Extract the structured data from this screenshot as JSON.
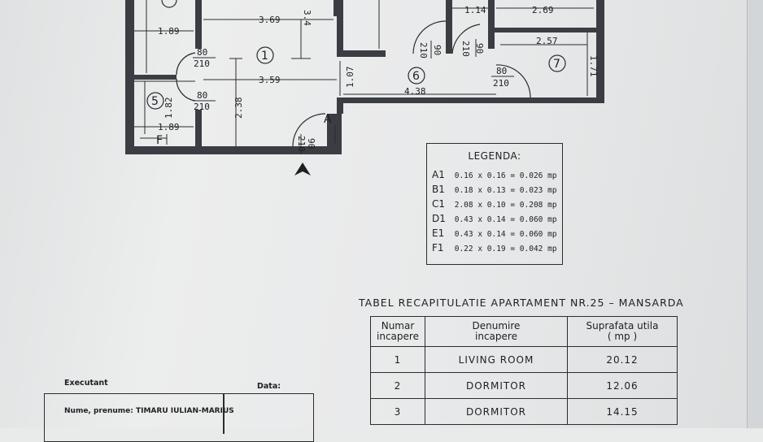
{
  "plan": {
    "rooms": [
      "1",
      "5",
      "6",
      "7"
    ],
    "dimensions": {
      "d_3_69": "3.69",
      "d_3_4": "3.4",
      "d_1_89_top": "1.89",
      "d_1_14": "1.14",
      "d_2_69": "2.69",
      "d_2_57": "2.57",
      "d_1_71": "1.71",
      "d_3_59": "3.59",
      "d_1_07": "1.07",
      "d_4_38": "4.38",
      "d_2_38": "2.38",
      "d_1_82": "1.82",
      "d_1_89_bottom": "1.89"
    },
    "doors": {
      "door_a_width": "80",
      "door_a_height": "210",
      "door_b_width": "80",
      "door_b_height": "210",
      "door_c_width": "80",
      "door_c_height": "210",
      "door_d_top": "210",
      "door_d_bottom": "90",
      "door_e_top": "210",
      "door_e_bottom": "90",
      "door_f_top": "210",
      "door_f_bottom": "90"
    },
    "markers": {
      "a": "A",
      "f": "F"
    }
  },
  "legend": {
    "title": "LEGENDA:",
    "rows": [
      {
        "key": "A1",
        "formula": "0.16 x 0.16 = 0.026 mp"
      },
      {
        "key": "B1",
        "formula": "0.18 x 0.13 = 0.023 mp"
      },
      {
        "key": "C1",
        "formula": "2.08 x 0.10 = 0.208 mp"
      },
      {
        "key": "D1",
        "formula": "0.43 x 0.14 = 0.060 mp"
      },
      {
        "key": "E1",
        "formula": "0.43 x 0.14 = 0.060 mp"
      },
      {
        "key": "F1",
        "formula": "0.22 x 0.19 = 0.042 mp"
      }
    ]
  },
  "table": {
    "title": "TABEL RECAPITULATIE APARTAMENT NR.25 – MANSARDA",
    "headers": {
      "col1_line1": "Numar",
      "col1_line2": "incapere",
      "col2_line1": "Denumire",
      "col2_line2": "incapere",
      "col3_line1": "Suprafata utila",
      "col3_line2": "( mp )"
    },
    "rows": [
      {
        "num": "1",
        "name": "LIVING ROOM",
        "area": "20.12"
      },
      {
        "num": "2",
        "name": "DORMITOR",
        "area": "12.06"
      },
      {
        "num": "3",
        "name": "DORMITOR",
        "area": "14.15"
      }
    ]
  },
  "executant": {
    "label": "Executant",
    "date_label": "Data:",
    "name_line": "Nume, prenume: TIMARU IULIAN-MARIUS"
  }
}
